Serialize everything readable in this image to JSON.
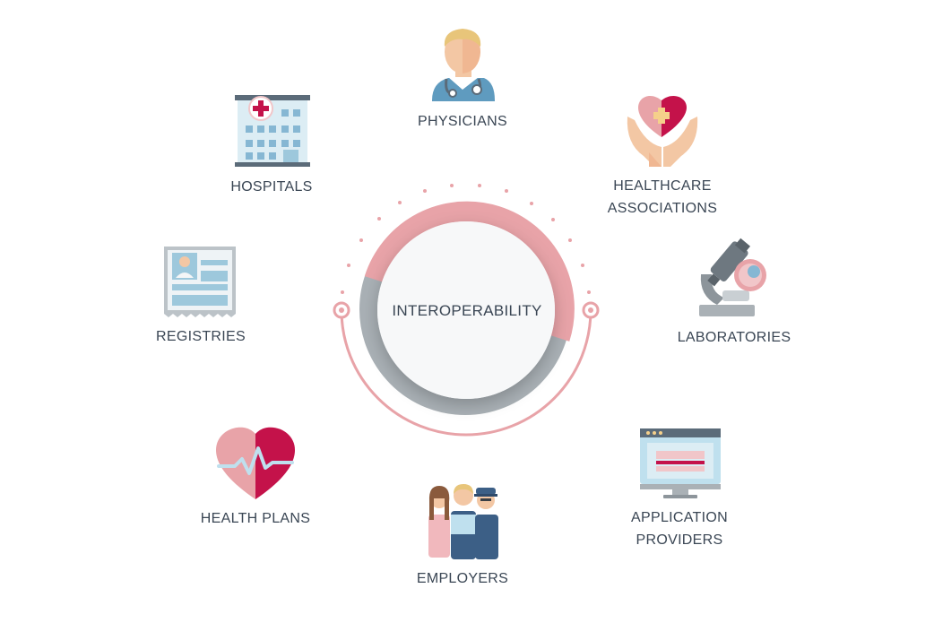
{
  "center": {
    "label": "INTEROPERABILITY"
  },
  "nodes": {
    "physicians": {
      "label": "PHYSICIANS",
      "icon": "doctor-icon"
    },
    "healthcare_associations": {
      "label_lines": [
        "HEALTHCARE",
        "ASSOCIATIONS"
      ],
      "icon": "heart-hands-icon"
    },
    "laboratories": {
      "label": "LABORATORIES",
      "icon": "microscope-icon"
    },
    "application_providers": {
      "label_lines": [
        "APPLICATION",
        "PROVIDERS"
      ],
      "icon": "monitor-icon"
    },
    "employers": {
      "label": "EMPLOYERS",
      "icon": "people-group-icon"
    },
    "health_plans": {
      "label": "HEALTH PLANS",
      "icon": "heartbeat-icon"
    },
    "registries": {
      "label": "REGISTRIES",
      "icon": "registry-card-icon"
    },
    "hospitals": {
      "label": "HOSPITALS",
      "icon": "hospital-building-icon"
    }
  },
  "colors": {
    "text": "#3a4654",
    "pink": "#e8a3a8",
    "crimson": "#c4124a",
    "gray": "#aab1b6",
    "blue": "#9dc8dc"
  }
}
